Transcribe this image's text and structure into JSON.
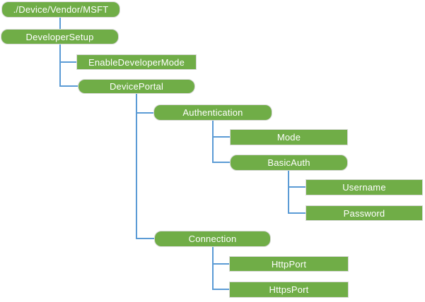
{
  "diagram": {
    "type": "tree",
    "colors": {
      "node_fill": "#70AD47",
      "node_text": "#FFFFFF",
      "node_border": "#D9D9D9",
      "connector": "#5B9BD5",
      "background": "#FFFFFF"
    },
    "shape_legend": {
      "rounded": "interior node",
      "rectangle": "leaf node"
    },
    "tree": {
      "label": "./Device/Vendor/MSFT",
      "shape": "rounded",
      "children": [
        {
          "label": "DeveloperSetup",
          "shape": "rounded",
          "children": [
            {
              "label": "EnableDeveloperMode",
              "shape": "rectangle",
              "children": []
            },
            {
              "label": "DevicePortal",
              "shape": "rounded",
              "children": [
                {
                  "label": "Authentication",
                  "shape": "rounded",
                  "children": [
                    {
                      "label": "Mode",
                      "shape": "rectangle",
                      "children": []
                    },
                    {
                      "label": "BasicAuth",
                      "shape": "rounded",
                      "children": [
                        {
                          "label": "Username",
                          "shape": "rectangle",
                          "children": []
                        },
                        {
                          "label": "Password",
                          "shape": "rectangle",
                          "children": []
                        }
                      ]
                    }
                  ]
                },
                {
                  "label": "Connection",
                  "shape": "rounded",
                  "children": [
                    {
                      "label": "HttpPort",
                      "shape": "rectangle",
                      "children": []
                    },
                    {
                      "label": "HttpsPort",
                      "shape": "rectangle",
                      "children": []
                    }
                  ]
                }
              ]
            }
          ]
        }
      ]
    }
  }
}
